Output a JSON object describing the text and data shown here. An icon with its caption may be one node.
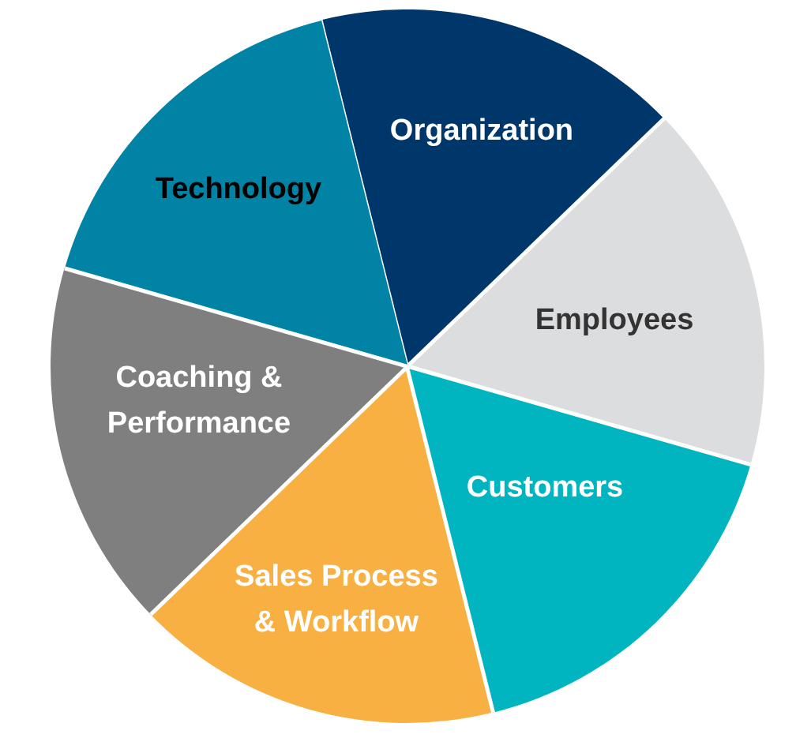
{
  "diagram": {
    "nodes": [
      {
        "text": [
          "Organization"
        ]
      },
      {
        "text": [
          "Employees"
        ]
      },
      {
        "text": [
          "Customers"
        ]
      },
      {
        "text": [
          "Sales Process & Workflow"
        ]
      },
      {
        "text": [
          "Coaching & Performance"
        ]
      },
      {
        "text": [
          "Technology"
        ]
      }
    ]
  }
}
